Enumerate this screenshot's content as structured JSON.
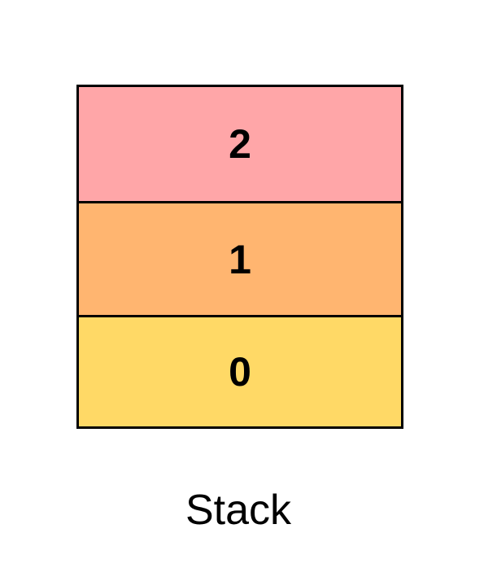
{
  "stack": {
    "caption": "Stack",
    "items": [
      {
        "label": "2",
        "color": "#FFA6A8"
      },
      {
        "label": "1",
        "color": "#FFB570"
      },
      {
        "label": "0",
        "color": "#FFD966"
      }
    ]
  }
}
